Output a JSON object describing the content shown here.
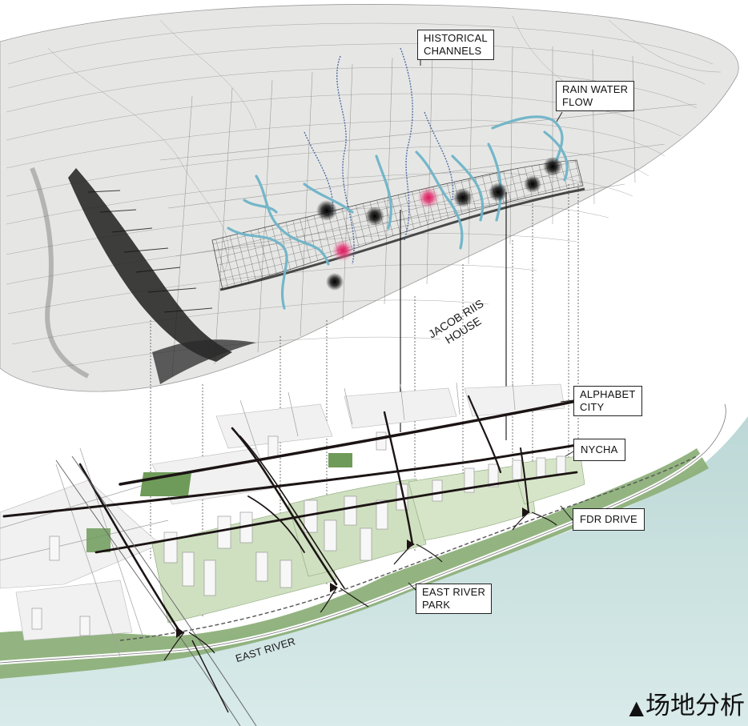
{
  "labels": {
    "historical_channels": [
      "HISTORICAL",
      "CHANNELS"
    ],
    "rain_water_flow": [
      "RAIN WATER",
      "FLOW"
    ],
    "jacob_riis_house": [
      "JACOB RIIS",
      "HOUSE"
    ],
    "alphabet_city": [
      "ALPHABET",
      "CITY"
    ],
    "nycha": "NYCHA",
    "fdr_drive": "FDR DRIVE",
    "east_river_park": [
      "EAST RIVER",
      "PARK"
    ],
    "east_river": "EAST RIVER"
  },
  "caption": {
    "symbol": "▲",
    "text": "场地分析"
  },
  "colors": {
    "river": "#cfe3e2",
    "park_green": "#8db07a",
    "block_green": "#cfe0c0",
    "water_channel": "#6fb4c8",
    "historical_channel": "#3a5a9a",
    "hotspot_red": "#d81b60",
    "road": "#1c1414",
    "terrain": "#e7e8e6"
  },
  "icons": {
    "caption_marker": "triangle-up-icon",
    "flow_marker": "black-dot-icon",
    "hotspot_marker": "red-dot-icon"
  }
}
